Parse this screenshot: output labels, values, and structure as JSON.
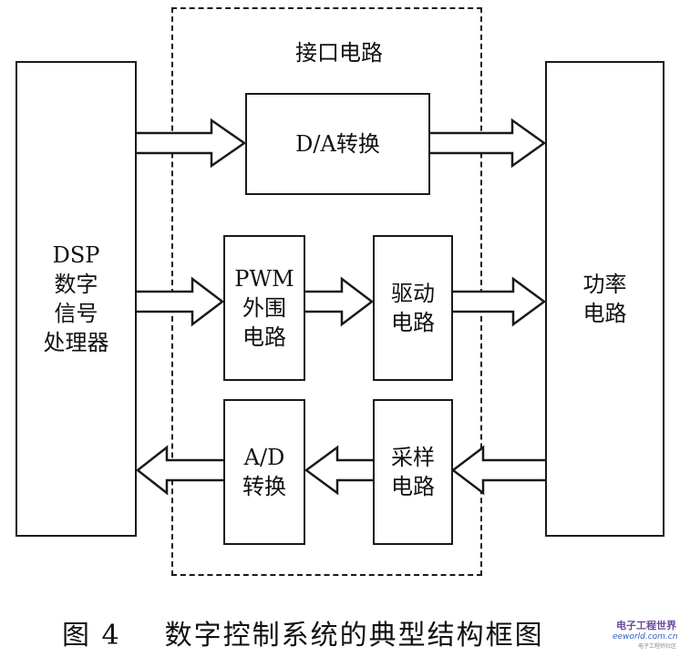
{
  "interface_label": "接口电路",
  "blocks": {
    "dsp": "DSP\n数字\n信号\n处理器",
    "da": "D/A转换",
    "pwm": "PWM\n外围\n电路",
    "drive": "驱动\n电路",
    "power": "功率\n电路",
    "ad": "A/D\n转换",
    "sampling": "采样\n电路"
  },
  "caption": {
    "number": "图 4",
    "title": "数字控制系统的典型结构框图"
  },
  "watermark": {
    "line1": "电子工程世界",
    "line2": "eeworld.com.cn",
    "line3": "电子工程师社区"
  }
}
